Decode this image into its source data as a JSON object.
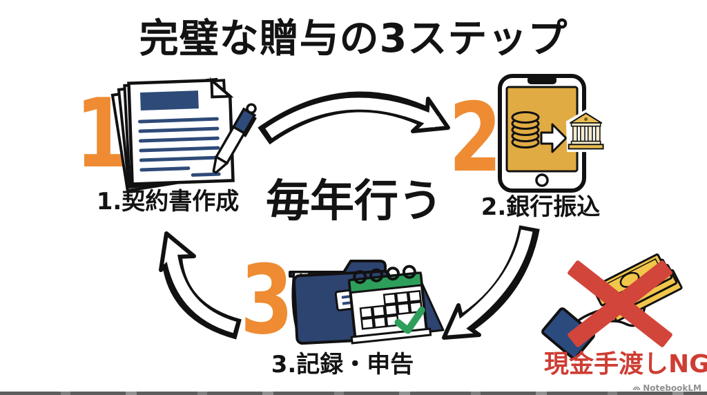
{
  "title": "完璧な贈与の3ステップ",
  "center_note": "毎年行う",
  "steps": [
    {
      "number": "1",
      "label": "1.契約書作成",
      "icon": "contract-documents-and-pen"
    },
    {
      "number": "2",
      "label": "2.銀行振込",
      "icon": "smartphone-coins-to-bank-transfer"
    },
    {
      "number": "3",
      "label": "3.記録・申告",
      "icon": "folder-and-calendar-with-check"
    }
  ],
  "warning": {
    "label": "現金手渡しNG",
    "icon": "hand-with-cash-crossed-out"
  },
  "watermark": {
    "label": "NotebookLM",
    "icon": "notebooklm-logo"
  },
  "colors": {
    "step_number_orange": "#EE8B33",
    "navy_blue": "#2E4470",
    "document_line_blue": "#2E4A78",
    "phone_screen_gold": "#E0AB42",
    "banknote_yellow": "#F2C64B",
    "calendar_green": "#2E9F5B",
    "warning_red": "#CE3D33",
    "ink_black": "#111111",
    "watermark_gray": "#8F8F8F"
  }
}
